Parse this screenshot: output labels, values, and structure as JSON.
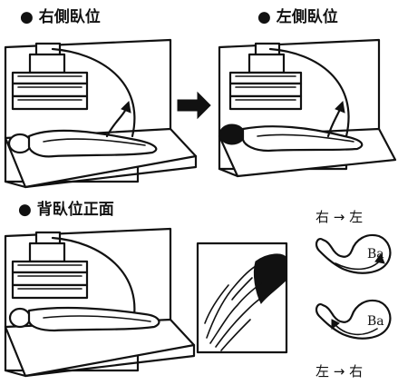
{
  "panels": {
    "right_lateral": {
      "label": "● 右側臥位"
    },
    "left_lateral": {
      "label": "● 左側臥位"
    },
    "supine_frontal": {
      "label": "● 背臥位正面"
    }
  },
  "flow_legend": {
    "top_caption": "右 → 左",
    "bottom_caption": "左 → 右",
    "contrast_label_top": "Ba",
    "contrast_label_bottom": "Ba"
  },
  "colors": {
    "ink": "#111111",
    "paper": "#ffffff"
  }
}
